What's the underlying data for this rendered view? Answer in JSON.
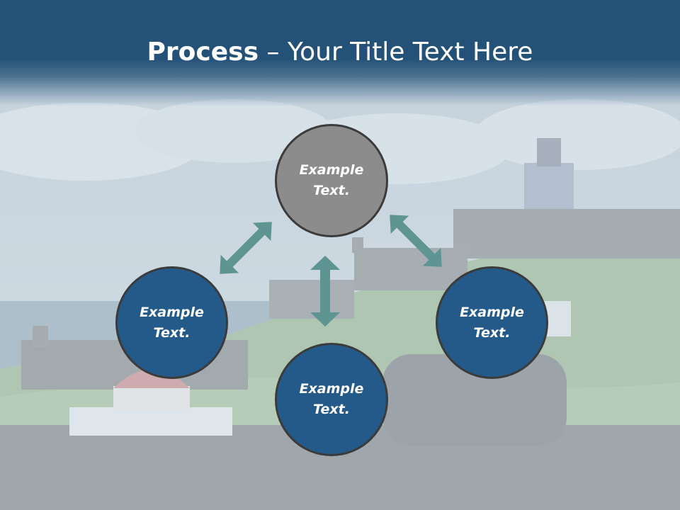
{
  "slide": {
    "title_bold": "Process",
    "title_rest": " – Your Title Text Here"
  },
  "nodes": [
    {
      "line1": "Example",
      "line2": "Text.",
      "color": "#8c8c8c"
    },
    {
      "line1": "Example",
      "line2": "Text.",
      "color": "#235a89"
    },
    {
      "line1": "Example",
      "line2": "Text.",
      "color": "#235a89"
    },
    {
      "line1": "Example",
      "line2": "Text.",
      "color": "#235a89"
    }
  ],
  "colors": {
    "header": "#235177",
    "arrow": "#5e9593",
    "circle_border": "#3b3b3b"
  }
}
